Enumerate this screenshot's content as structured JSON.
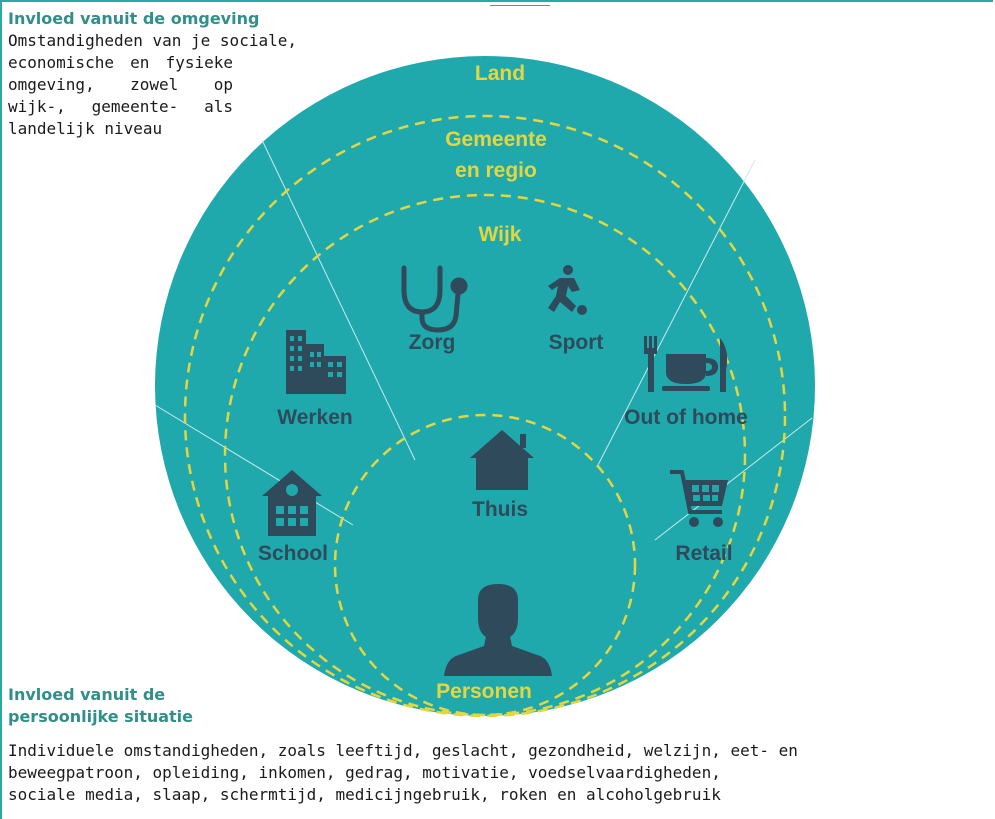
{
  "colors": {
    "circle_fill": "#1fa9ad",
    "dashed_ring": "#e4d640",
    "icon_and_label": "#2f4a5a",
    "heading_teal": "#2f8f8a",
    "border": "#2aa9a9"
  },
  "environment": {
    "heading": "Invloed vanuit de omgeving",
    "line1": "Omstandigheden van je sociale,",
    "line2": "economische en fysieke",
    "line3": "omgeving, zowel op",
    "line4": "wijk-, gemeente- als",
    "line5": "landelijk niveau"
  },
  "personal": {
    "heading_line1": "Invloed vanuit de",
    "heading_line2": "persoonlijke situatie",
    "line1": "Individuele omstandigheden, zoals leeftijd, geslacht, gezondheid, welzijn, eet- en",
    "line2": "beweegpatroon, opleiding, inkomen, gedrag, motivatie, voedselvaardigheden,",
    "line3": "sociale media, slaap, schermtijd, medicijngebruik, roken en alcoholgebruik"
  },
  "rings": {
    "land": "Land",
    "gemeente_line1": "Gemeente",
    "gemeente_line2": "en regio",
    "wijk": "Wijk",
    "personen": "Personen"
  },
  "categories": {
    "zorg": {
      "label": "Zorg",
      "icon": "stethoscope-icon"
    },
    "sport": {
      "label": "Sport",
      "icon": "runner-icon"
    },
    "werken": {
      "label": "Werken",
      "icon": "office-building-icon"
    },
    "out_of_home": {
      "label": "Out of home",
      "icon": "coffee-cup-icon"
    },
    "thuis": {
      "label": "Thuis",
      "icon": "house-icon"
    },
    "school": {
      "label": "School",
      "icon": "school-icon"
    },
    "retail": {
      "label": "Retail",
      "icon": "shopping-cart-icon"
    },
    "person": {
      "icon": "person-icon"
    }
  }
}
